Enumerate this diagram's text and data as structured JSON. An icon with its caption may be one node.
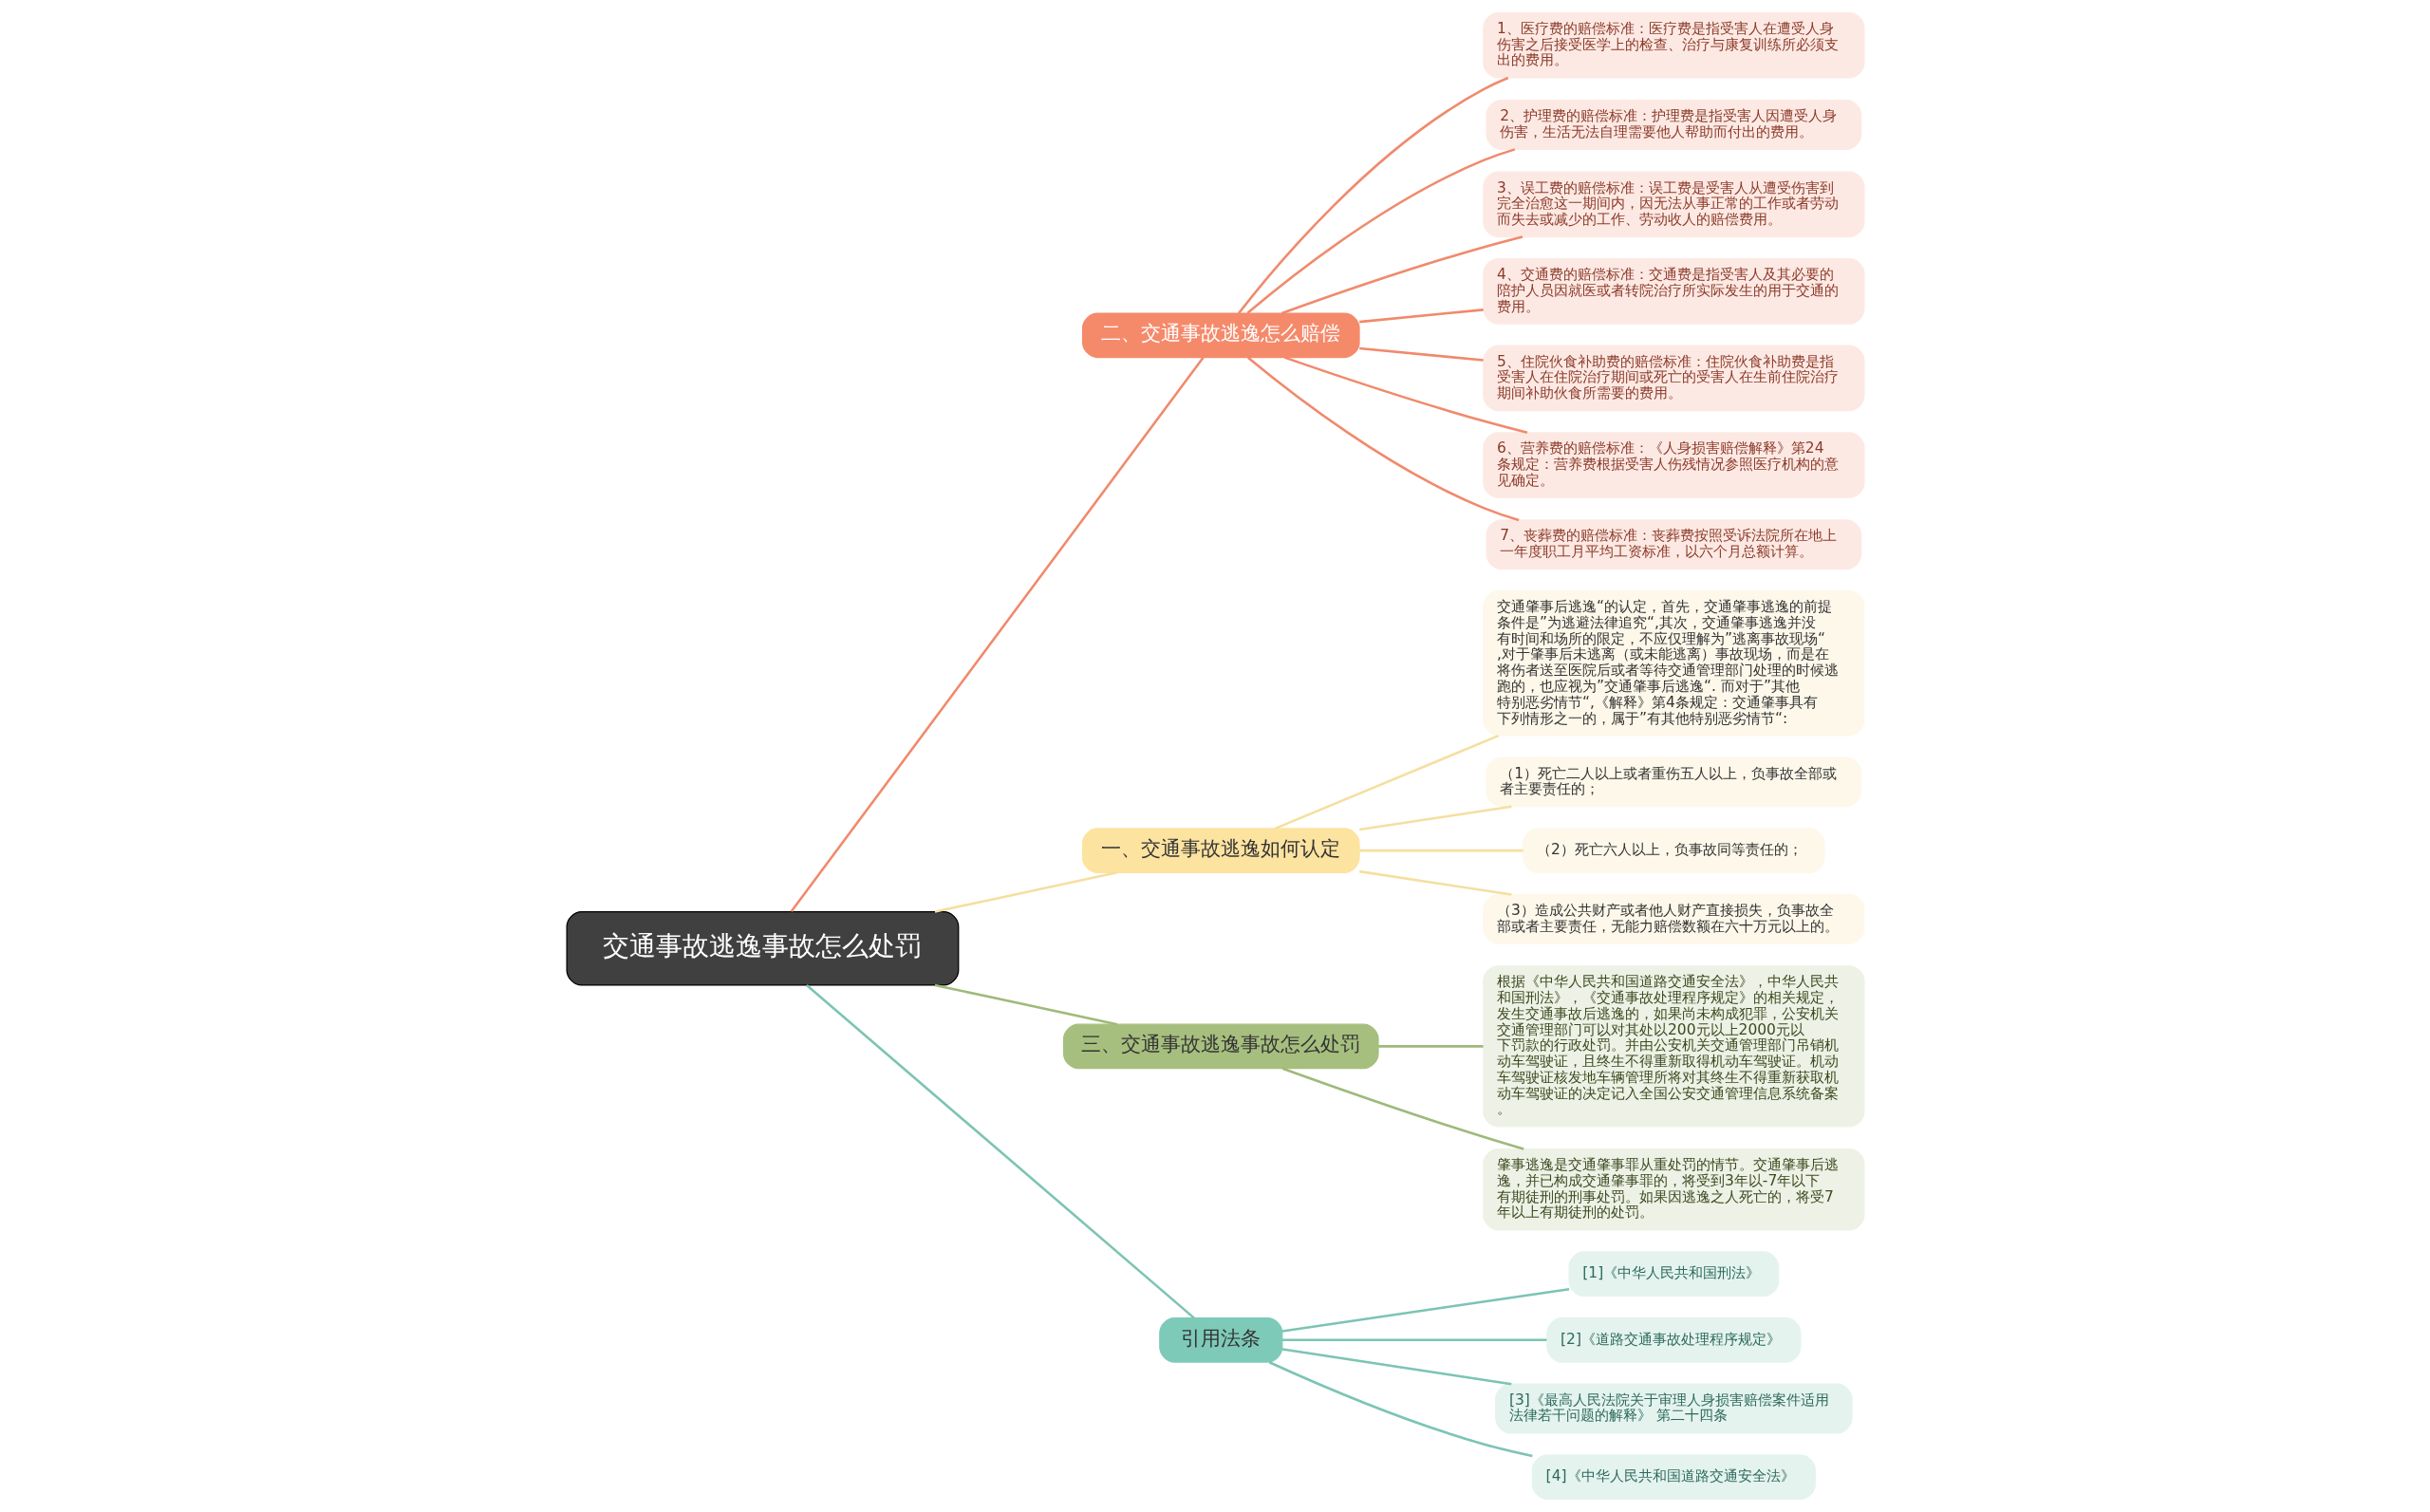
{
  "diagram": {
    "nodes": [
      {
        "text": [
          "交通事故逃逸事故怎么处罚"
        ]
      },
      {
        "text": [
          "二、交通事故逃逸怎么赔偿"
        ]
      },
      {
        "text": [
          "1、医疗费的赔偿标准：医疗费是指受害人在遭受人身伤害之后接受医学上的检查、治疗与康复训练所必须支出的费用。"
        ]
      },
      {
        "text": [
          "2、护理费的赔偿标准：护理费是指受害人因遭受人身伤害，生活无法自理需要他人帮助而付出的费用。"
        ]
      },
      {
        "text": [
          "3、误工费的赔偿标准：误工费是受害人从遭受伤害到完全治愈这一期间内，因无法从事正常的工作或者劳动而失去或减少的工作、劳动收人的赔偿费用。"
        ]
      },
      {
        "text": [
          "4、交通费的赔偿标准：交通费是指受害人及其必要的陪护人员因就医或者转院治疗所实际发生的用于交通的费用。"
        ]
      },
      {
        "text": [
          "5、住院伙食补助费的赔偿标准：住院伙食补助费是指受害人在住院治疗期间或死亡的受害人在生前住院治疗期间补助伙食所需要的费用。"
        ]
      },
      {
        "text": [
          "6、营养费的赔偿标准：《人身损害赔偿解释》第24条规定：营养费根据受害人伤残情况参照医疗机构的意见确定。"
        ]
      },
      {
        "text": [
          "7、丧葬费的赔偿标准：丧葬费按照受诉法院所在地上一年度职工月平均工资标准，以六个月总额计算。"
        ]
      },
      {
        "text": [
          "一、交通事故逃逸如何认定"
        ]
      },
      {
        "text": [
          "交通肇事后逃逸“的认定，首先，交通肇事逃逸的前提条件是”为逃避法律追究“,其次，交通肇事逃逸并没有时间和场所的限定，不应仅理解为”逃离事故现场“,对于肇事后未逃离（或未能逃离）事故现场，而是在将伤者送至医院后或者等待交通管理部门处理的时候逃跑的，也应视为”交通肇事后逃逸“. 而对于”其他特别恶劣情节“,《解释》第4条规定：交通肇事具有下列情形之一的，属于”有其他特别恶劣情节“:"
        ]
      },
      {
        "text": [
          "（1）死亡二人以上或者重伤五人以上，负事故全部或者主要责任的；"
        ]
      },
      {
        "text": [
          "（2）死亡六人以上，负事故同等责任的；"
        ]
      },
      {
        "text": [
          "（3）造成公共财产或者他人财产直接损失，负事故全部或者主要责任，无能力赔偿数额在六十万元以上的。"
        ]
      },
      {
        "text": [
          "三、交通事故逃逸事故怎么处罚"
        ]
      },
      {
        "text": [
          "根据《中华人民共和国道路交通安全法》，中华人民共和国刑法》，《交通事故处理程序规定》的相关规定，发生交通事故后逃逸的，如果尚未构成犯罪，公安机关交通管理部门可以对其处以200元以上2000元以下罚款的行政处罚。并由公安机关交通管理部门吊销机动车驾驶证，且终生不得重新取得机动车驾驶证。机动车驾驶证核发地车辆管理所将对其终生不得重新获取机动车驾驶证的决定记入全国公安交通管理信息系统备案。"
        ]
      },
      {
        "text": [
          "肇事逃逸是交通肇事罪从重处罚的情节。交通肇事后逃逸，并已构成交通肇事罪的，将受到3年以-7年以下有期徒刑的刑事处罚。如果因逃逸之人死亡的，将受7年以上有期徒刑的处罚。"
        ]
      },
      {
        "text": [
          "引用法条"
        ]
      },
      {
        "text": [
          "[1]《中华人民共和国刑法》"
        ]
      },
      {
        "text": [
          "[2]《道路交通事故处理程序规定》"
        ]
      },
      {
        "text": [
          "[3]《最高人民法院关于审理人身损害赔偿案件适用法律若干问题的解释》 第二十四条"
        ]
      },
      {
        "text": [
          "[4]《中华人民共和国道路交通安全法》"
        ]
      }
    ],
    "edges": [
      {
        "from": 0,
        "to": 1,
        "arrow": "none",
        "color": "#f08a6c"
      },
      {
        "from": 1,
        "to": 2,
        "arrow": "none",
        "color": "#f08a6c"
      },
      {
        "from": 1,
        "to": 3,
        "arrow": "none",
        "color": "#f08a6c"
      },
      {
        "from": 1,
        "to": 4,
        "arrow": "none",
        "color": "#f08a6c"
      },
      {
        "from": 1,
        "to": 5,
        "arrow": "none",
        "color": "#f08a6c"
      },
      {
        "from": 1,
        "to": 6,
        "arrow": "none",
        "color": "#f08a6c"
      },
      {
        "from": 1,
        "to": 7,
        "arrow": "none",
        "color": "#f08a6c"
      },
      {
        "from": 1,
        "to": 8,
        "arrow": "none",
        "color": "#f08a6c"
      },
      {
        "from": 0,
        "to": 9,
        "arrow": "none",
        "color": "#f5dfa0"
      },
      {
        "from": 9,
        "to": 10,
        "arrow": "none",
        "color": "#f5dfa0"
      },
      {
        "from": 9,
        "to": 11,
        "arrow": "none",
        "color": "#f5dfa0"
      },
      {
        "from": 9,
        "to": 12,
        "arrow": "none",
        "color": "#f5dfa0"
      },
      {
        "from": 9,
        "to": 13,
        "arrow": "none",
        "color": "#f5dfa0"
      },
      {
        "from": 0,
        "to": 14,
        "arrow": "none",
        "color": "#9fb97a"
      },
      {
        "from": 14,
        "to": 15,
        "arrow": "none",
        "color": "#9fb97a"
      },
      {
        "from": 14,
        "to": 16,
        "arrow": "none",
        "color": "#9fb97a"
      },
      {
        "from": 0,
        "to": 17,
        "arrow": "none",
        "color": "#7cc4b4"
      },
      {
        "from": 17,
        "to": 18,
        "arrow": "none",
        "color": "#7cc4b4"
      },
      {
        "from": 17,
        "to": 19,
        "arrow": "none",
        "color": "#7cc4b4"
      },
      {
        "from": 17,
        "to": 20,
        "arrow": "none",
        "color": "#7cc4b4"
      },
      {
        "from": 17,
        "to": 21,
        "arrow": "none",
        "color": "#7cc4b4"
      }
    ]
  }
}
